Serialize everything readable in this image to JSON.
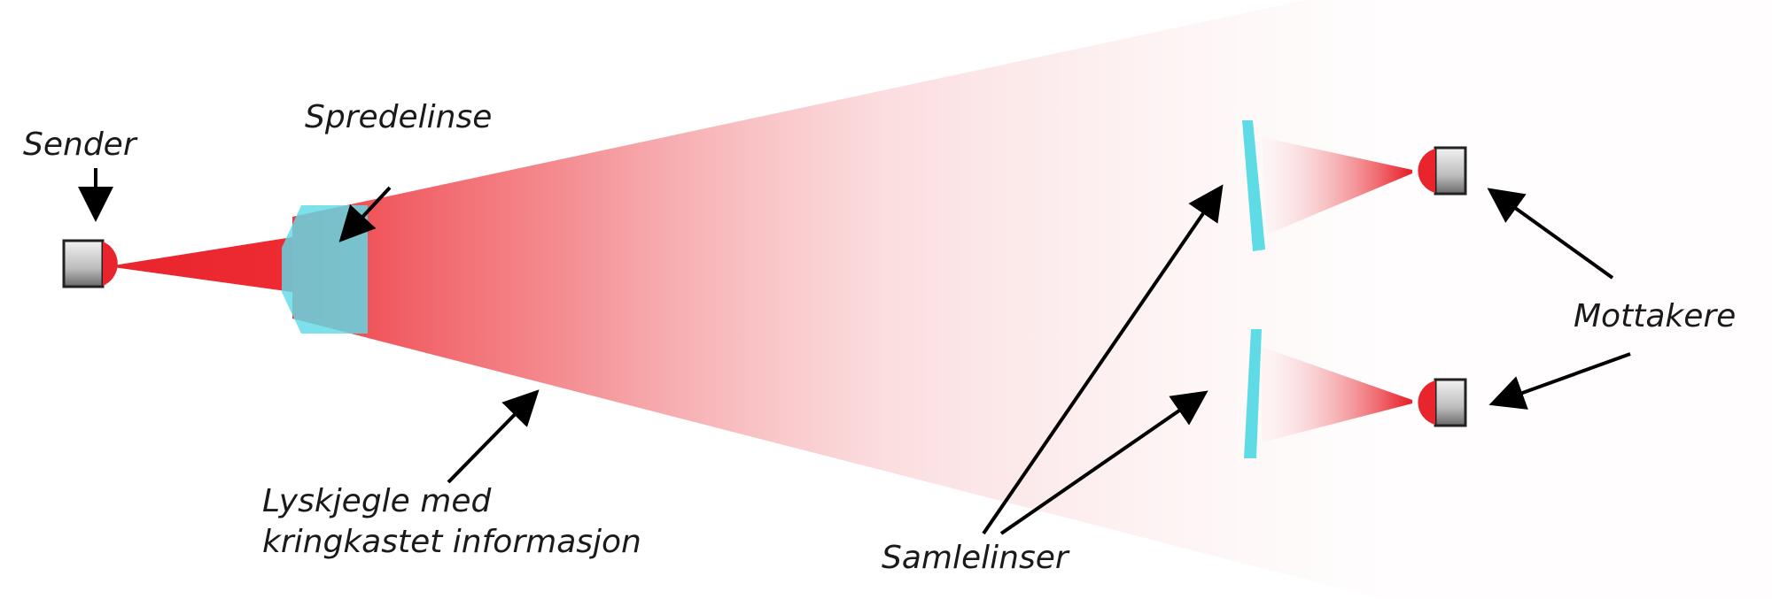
{
  "labels": {
    "sender": "Sender",
    "spredelinse": "Spredelinse",
    "lyskjegle_line1": "Lyskjegle med",
    "lyskjegle_line2": "kringkastet informasjon",
    "samlelinser": "Samlelinser",
    "mottakere": "Mottakere"
  },
  "colors": {
    "beam": "#e8242c",
    "lens": "#5fdbe6",
    "device_body": "#d8d8d8",
    "arrow": "#000000"
  }
}
